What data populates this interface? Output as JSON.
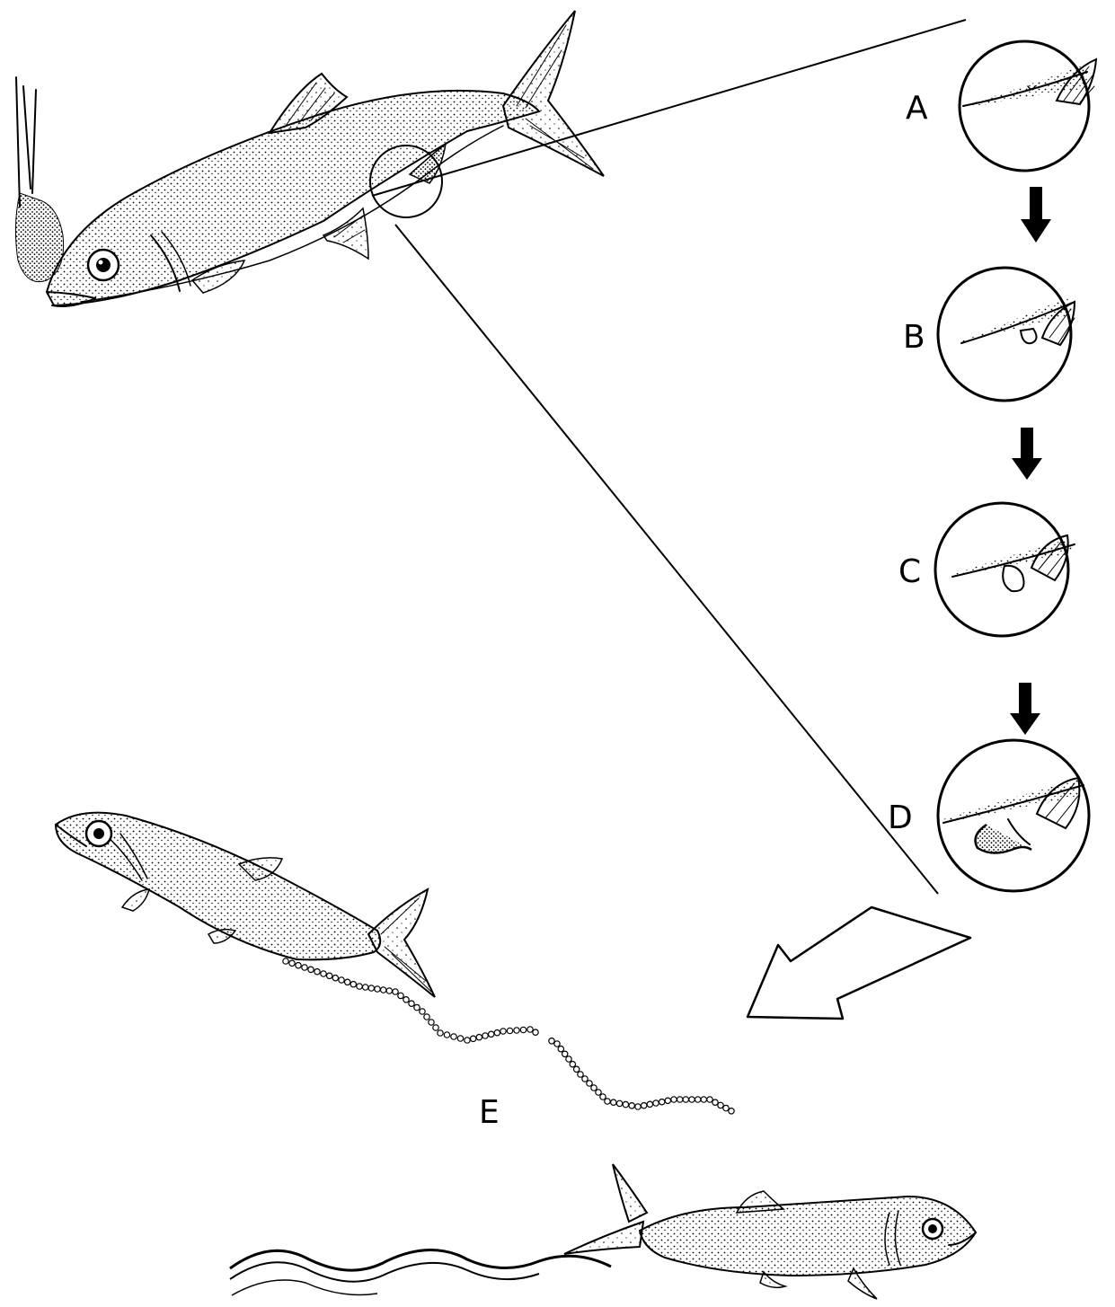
{
  "diagram": {
    "stages": [
      {
        "label": "A"
      },
      {
        "label": "B"
      },
      {
        "label": "C"
      },
      {
        "label": "D"
      }
    ],
    "egg_strand_label": "E",
    "colors": {
      "ink": "#000000",
      "paper": "#ffffff"
    },
    "icons": {
      "main_fish": "fish-illustration",
      "stage_arrow": "down-arrow",
      "transition_arrow": "hollow-arrow"
    }
  }
}
